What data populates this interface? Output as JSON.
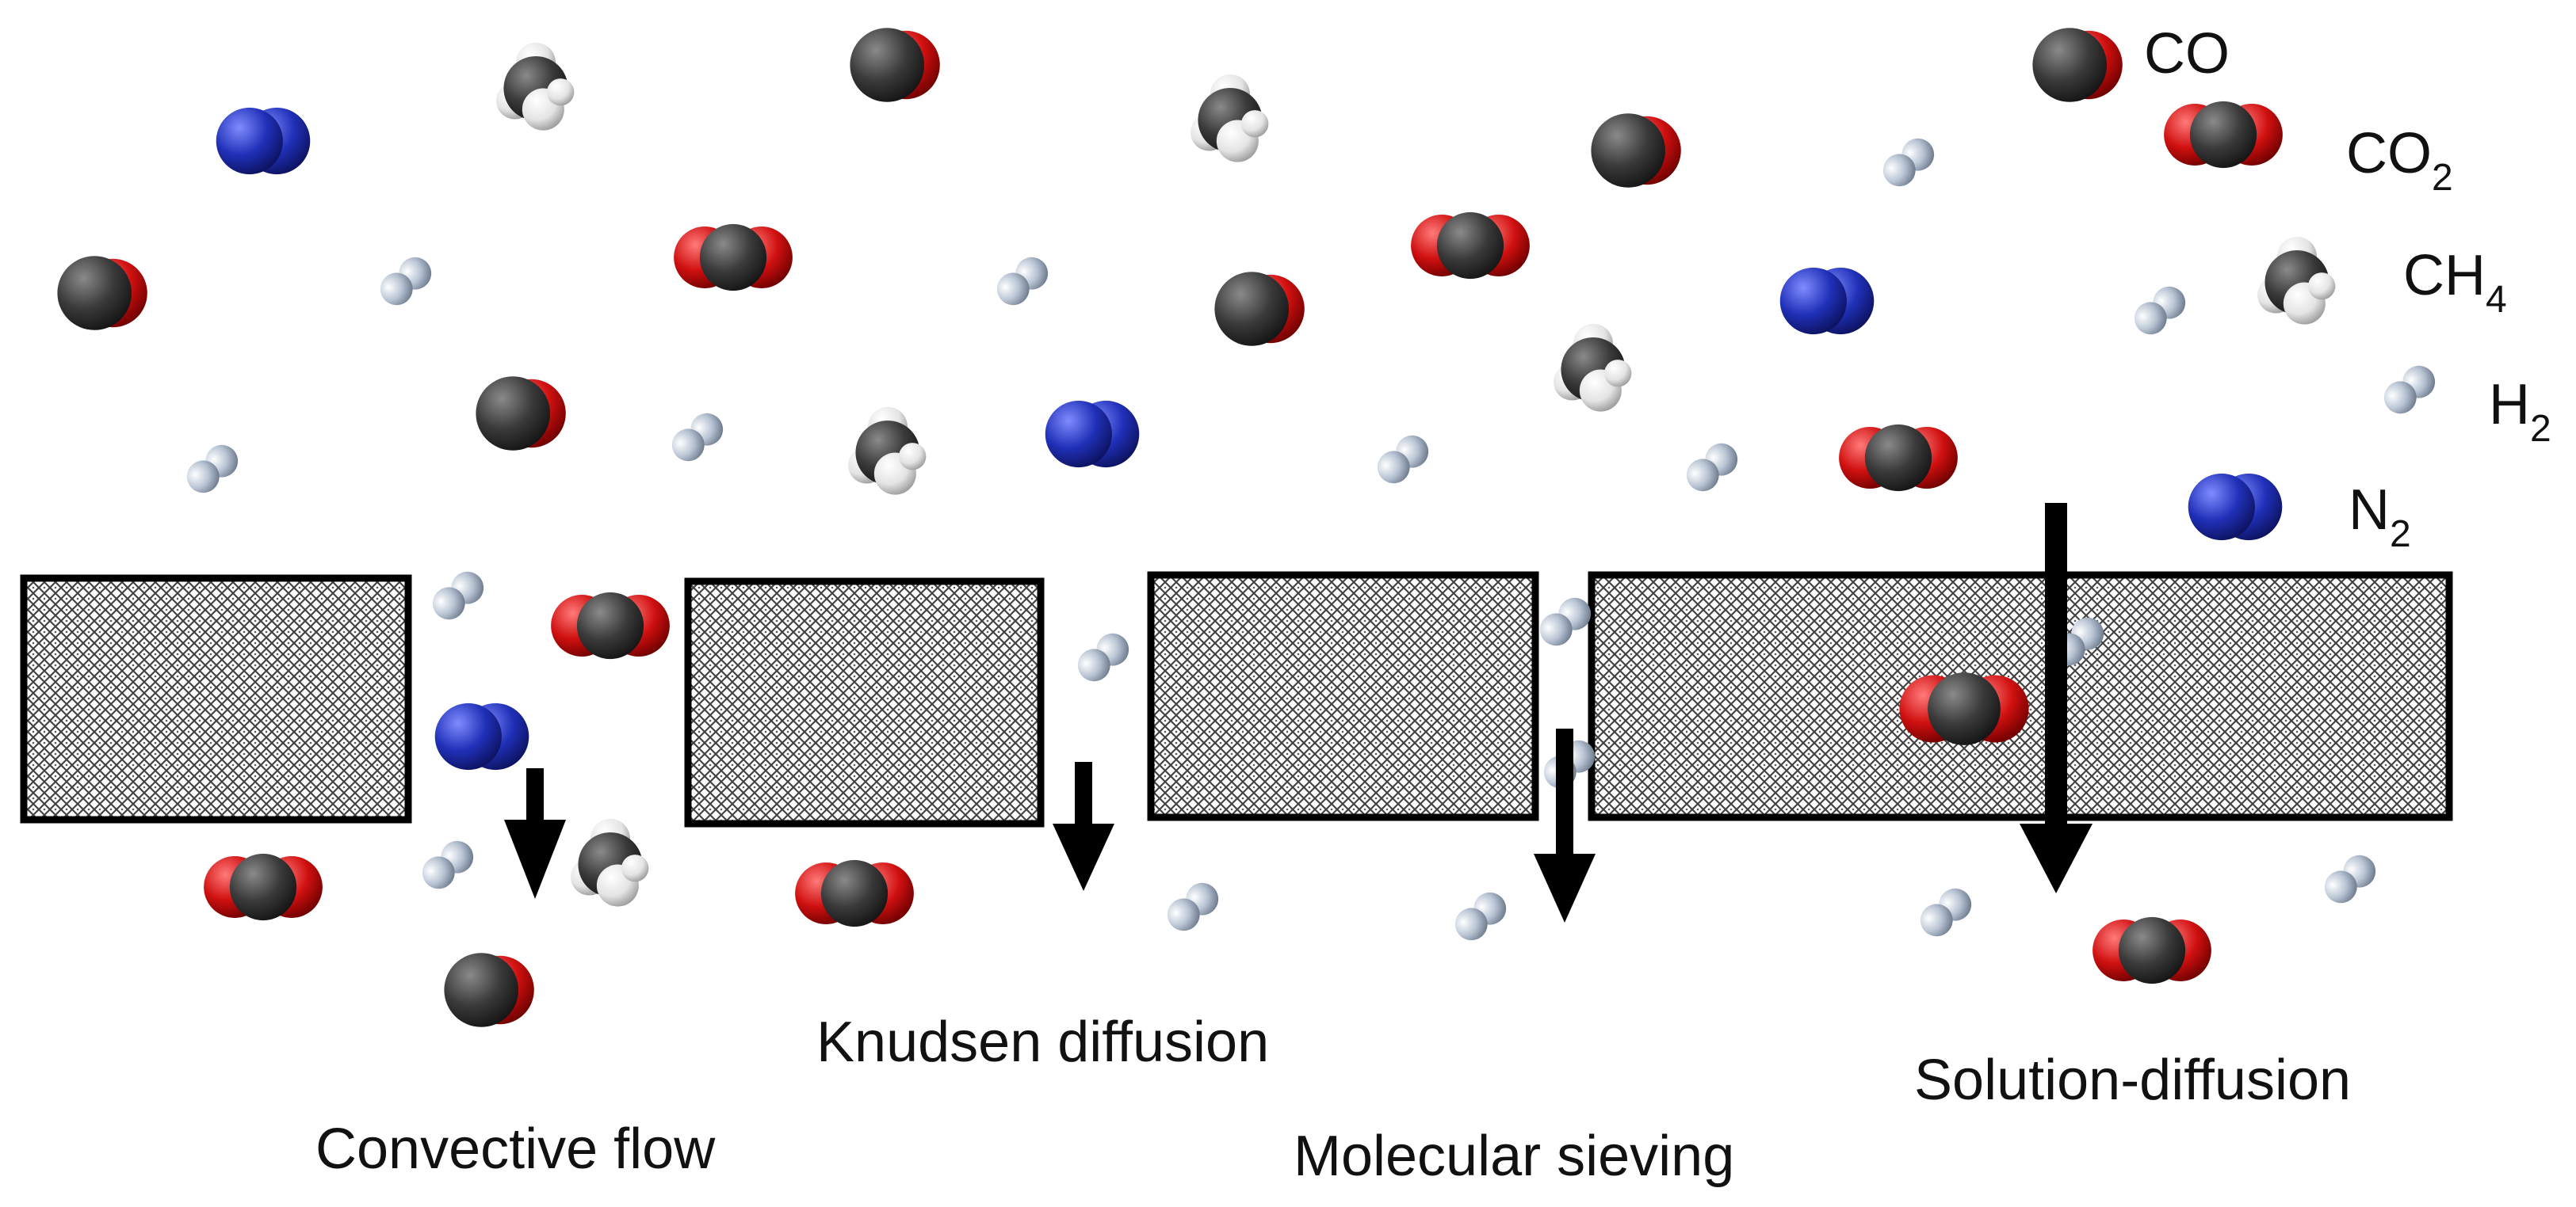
{
  "colors": {
    "carbon": "#3a3a3a",
    "oxygen": "#d01010",
    "nitrogen": "#2030b8",
    "hydrogen": "#b8c4d4",
    "methane_h": "#e4e4e4",
    "membrane_border": "#000000",
    "arrow": "#000000"
  },
  "legend": {
    "co": "CO",
    "co2": {
      "main": "CO",
      "sub": "2"
    },
    "ch4": {
      "main": "CH",
      "sub": "4"
    },
    "h2": {
      "main": "H",
      "sub": "2"
    },
    "n2": {
      "main": "N",
      "sub": "2"
    }
  },
  "mechanisms": {
    "convective": "Convective flow",
    "knudsen": "Knudsen diffusion",
    "sieving": "Molecular sieving",
    "solution": "Solution-diffusion"
  }
}
